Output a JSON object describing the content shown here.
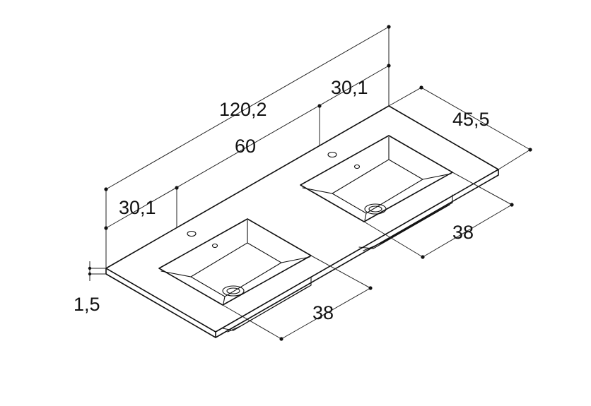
{
  "drawing": {
    "subject": "double washbasin countertop",
    "line_color": "#111111",
    "background": "#ffffff"
  },
  "dimensions": {
    "overall_width": "120,2",
    "center_spacing": "60",
    "left_offset": "30,1",
    "right_offset": "30,1",
    "depth": "45,5",
    "bowl_left_width": "38",
    "bowl_right_width": "38",
    "thickness": "1,5"
  }
}
